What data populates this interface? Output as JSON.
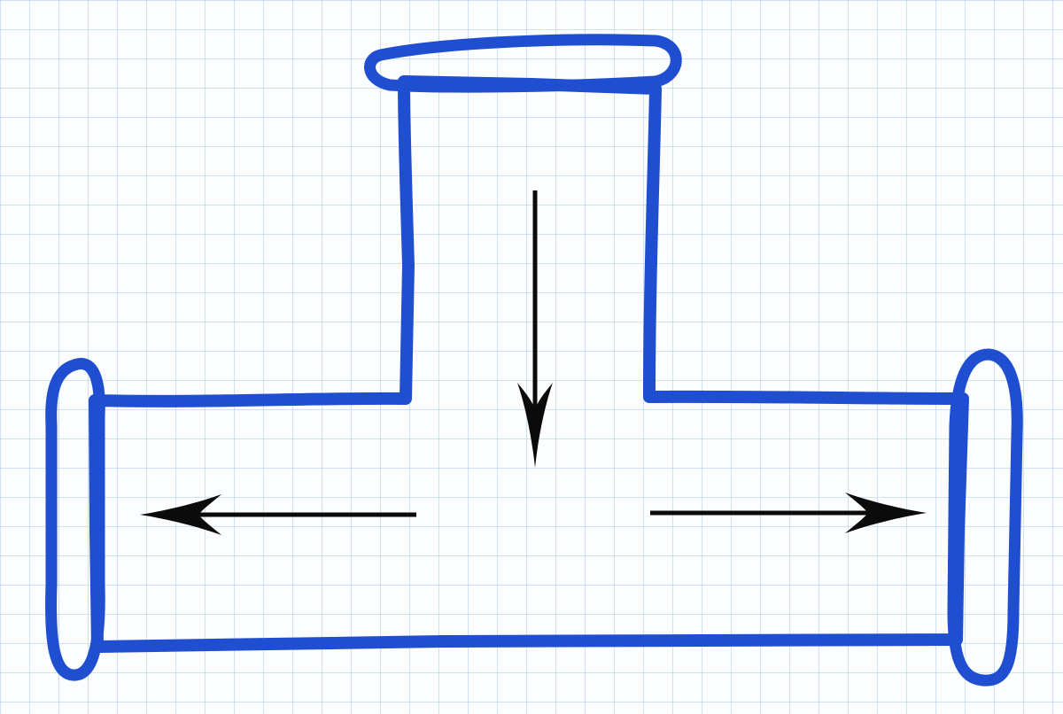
{
  "colors": {
    "paper": "#fcfdff",
    "grid": "#b9cfee",
    "ink_pipe": "#1f4fd0",
    "ink_arrow": "#0b0b0b"
  },
  "diagram": {
    "subject": "pipe-tee",
    "flow": {
      "inlet": "down",
      "outlets": [
        "left",
        "right"
      ]
    },
    "labels": []
  }
}
